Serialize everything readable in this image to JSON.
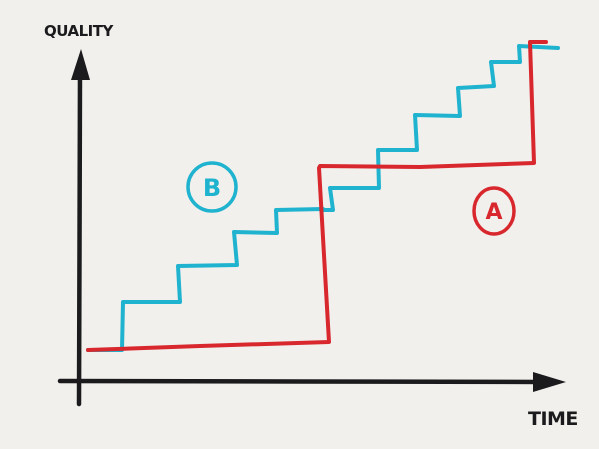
{
  "diagram": {
    "y_axis_label": "QUALITY",
    "x_axis_label": "TIME",
    "labels": {
      "a": "A",
      "b": "B"
    },
    "colors": {
      "axes": "#1b1b1d",
      "path_a": "#d8282e",
      "path_b": "#1fb3cf",
      "background": "#f1f0ec"
    },
    "paths": [
      {
        "id": "a",
        "label": "A",
        "style": "one-big-step"
      },
      {
        "id": "b",
        "label": "B",
        "style": "many-small-steps"
      }
    ]
  }
}
